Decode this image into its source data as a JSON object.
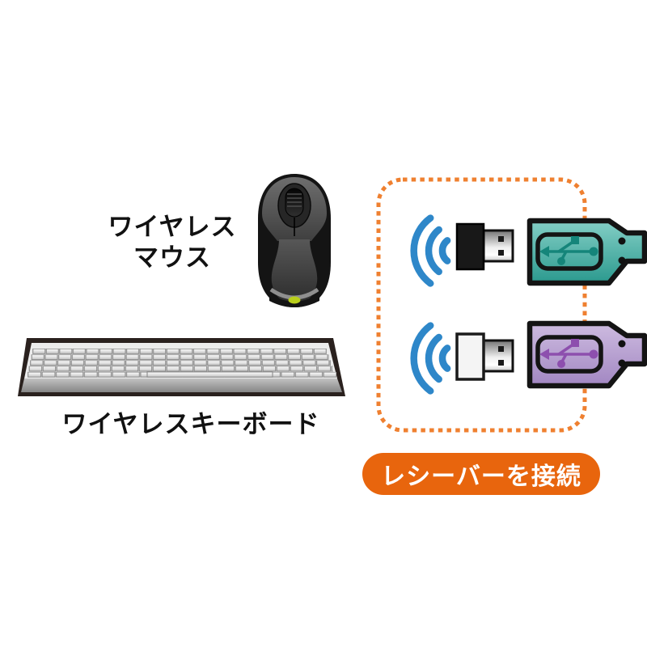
{
  "mouse": {
    "label_line1": "ワイヤレス",
    "label_line2": "マウス",
    "icon": "wireless-mouse-illustration"
  },
  "keyboard": {
    "label": "ワイヤレスキーボード",
    "icon": "wireless-keyboard-illustration"
  },
  "receiver_box": {
    "badge_label": "レシーバーを接続",
    "rows": [
      {
        "signal_icon": "wireless-signal-icon",
        "receiver_icon": "usb-receiver-black-icon",
        "plug_icon": "usb-plug-teal-icon"
      },
      {
        "signal_icon": "wireless-signal-icon",
        "receiver_icon": "usb-receiver-white-icon",
        "plug_icon": "usb-plug-purple-icon"
      }
    ]
  },
  "colors": {
    "background": "#ffffff",
    "text": "#111111",
    "signal_blue": "#2e87c9",
    "dash_orange": "#ef8030",
    "badge_orange": "#e8650d",
    "badge_text": "#ffffff",
    "usb_teal_light": "#84cfc6",
    "usb_teal_dark": "#2b998e",
    "usb_teal_symbol": "#15857a",
    "usb_purple_light": "#cdbbe0",
    "usb_purple_dark": "#a287c2",
    "usb_purple_symbol": "#8d4fae",
    "led_green": "#b9ce1b"
  }
}
